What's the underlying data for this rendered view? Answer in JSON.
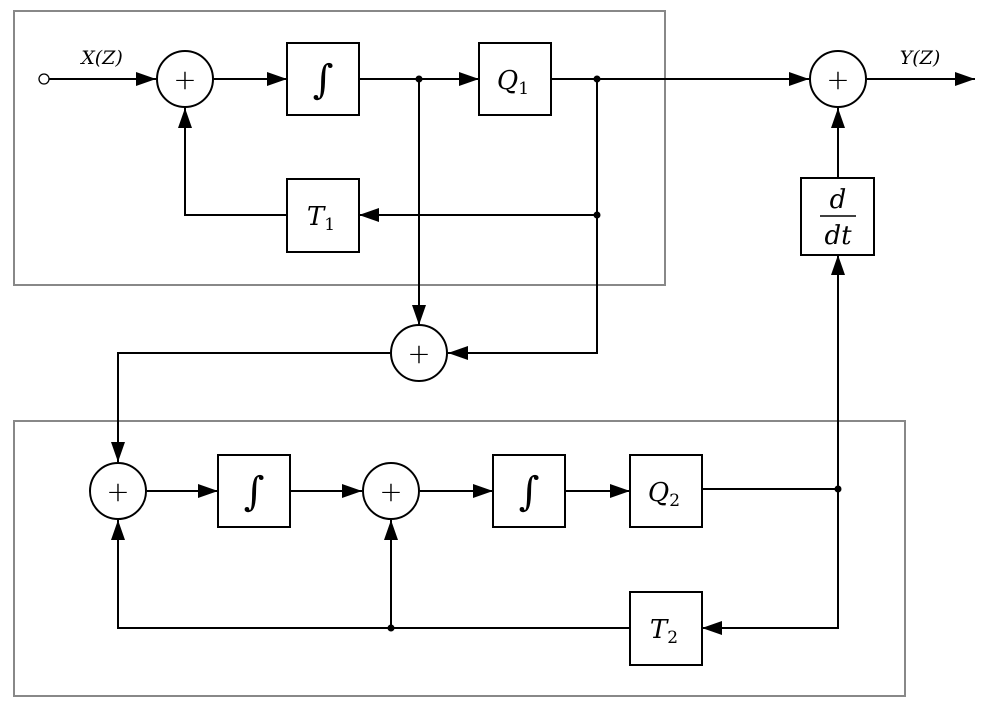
{
  "input_label": "X(Z)",
  "output_label": "Y(Z)",
  "sum_symbol": "+",
  "integrator_symbol": "∫",
  "blocks": {
    "q1": {
      "base": "Q",
      "sub": "1"
    },
    "t1": {
      "base": "T",
      "sub": "1"
    },
    "q2": {
      "base": "Q",
      "sub": "2"
    },
    "t2": {
      "base": "T",
      "sub": "2"
    },
    "diff": {
      "num": "d",
      "den": "dt"
    }
  },
  "colors": {
    "line": "#000000",
    "group_border": "#888888"
  }
}
